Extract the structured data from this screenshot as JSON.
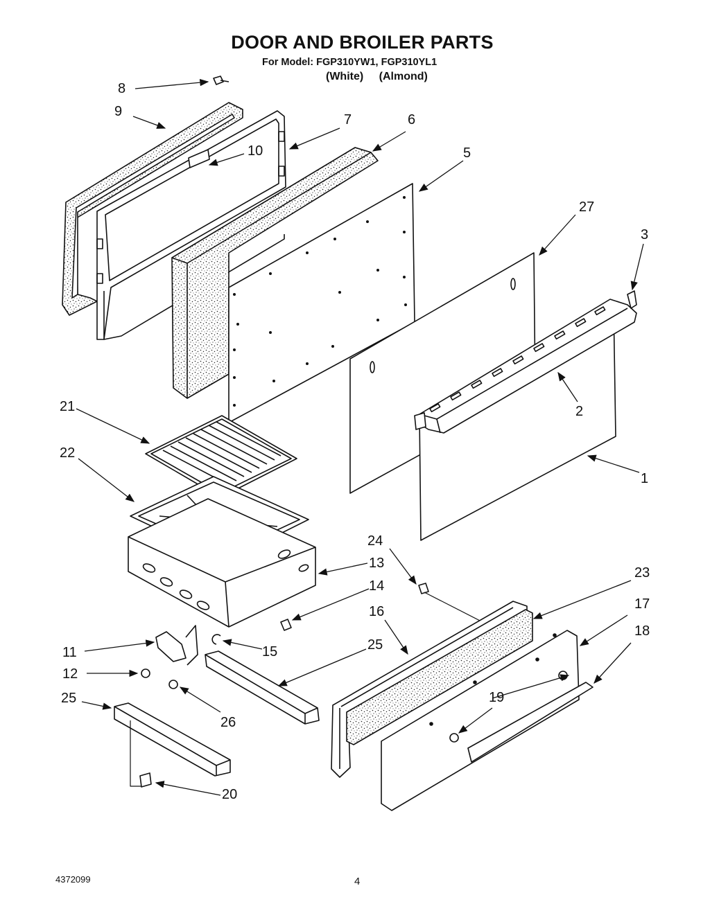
{
  "header": {
    "title": "DOOR AND BROILER PARTS",
    "models": "For Model: FGP310YW1, FGP310YL1",
    "color_white": "(White)",
    "color_almond": "(Almond)"
  },
  "callouts": {
    "c1": "1",
    "c2": "2",
    "c3": "3",
    "c5": "5",
    "c6": "6",
    "c7": "7",
    "c8": "8",
    "c9": "9",
    "c10": "10",
    "c11": "11",
    "c12": "12",
    "c13": "13",
    "c14": "14",
    "c15": "15",
    "c16": "16",
    "c17": "17",
    "c18": "18",
    "c19": "19",
    "c20": "20",
    "c21": "21",
    "c22": "22",
    "c23": "23",
    "c24": "24",
    "c25a": "25",
    "c25b": "25",
    "c26": "26",
    "c27": "27"
  },
  "footer": {
    "doc_number": "4372099",
    "page": "4"
  }
}
